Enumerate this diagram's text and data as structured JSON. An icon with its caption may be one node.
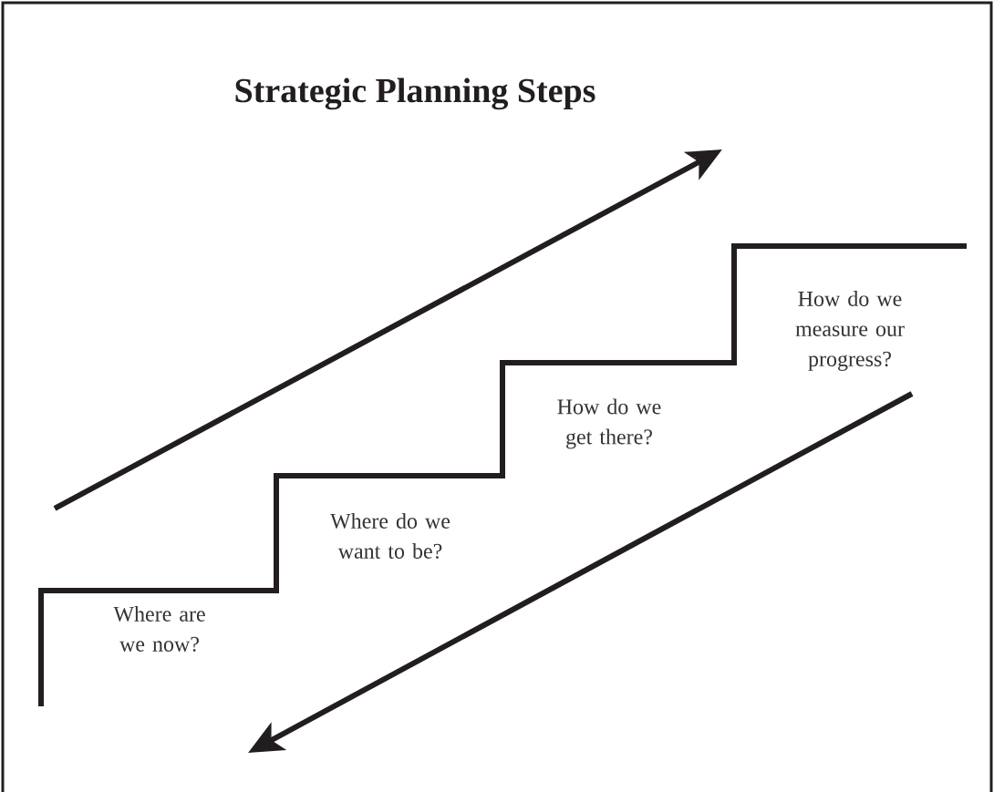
{
  "diagram": {
    "title": "Strategic Planning Steps",
    "labels": [
      "Where are we now?",
      "Where do we want to be?",
      "How do we get there?",
      "How do we measure our progress?"
    ]
  }
}
